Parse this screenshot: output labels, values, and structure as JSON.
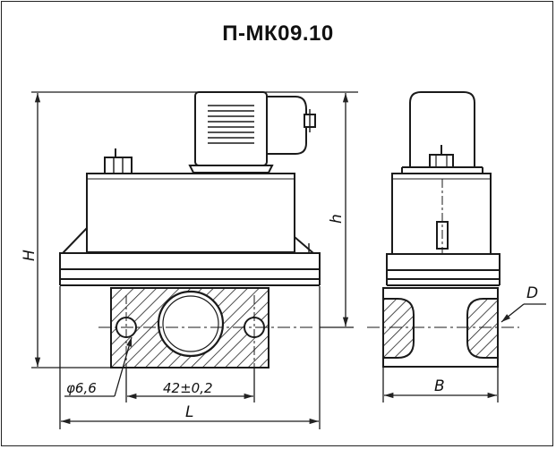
{
  "title": "П-МК09.10",
  "dimensions": {
    "H": "H",
    "h": "h",
    "L": "L",
    "B": "B",
    "D": "D",
    "hole_dia": "φ6,6",
    "hole_spacing": "42±0,2"
  }
}
